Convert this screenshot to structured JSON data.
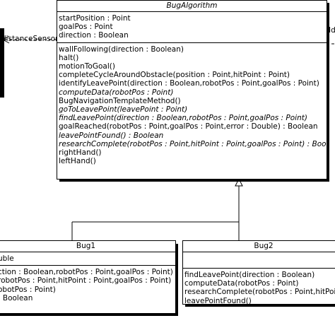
{
  "bugalgorithm": {
    "name": "BugAlgorithm",
    "attributes": [
      "startPosition : Point",
      "goalPos : Point",
      "direction : Boolean"
    ],
    "operations": [
      {
        "text": "wallFollowing(direction : Boolean)",
        "italic": false
      },
      {
        "text": "halt()",
        "italic": false
      },
      {
        "text": "motionToGoal()",
        "italic": false
      },
      {
        "text": "completeCycleAroundObstacle(position : Point,hitPoint : Point)",
        "italic": false
      },
      {
        "text": "identifyLeavePoint(direction : Boolean,robotPos : Point,goalPos : Point)",
        "italic": false
      },
      {
        "text": "computeData(robotPos : Point)",
        "italic": true
      },
      {
        "text": "BugNavigationTemplateMethod()",
        "italic": false
      },
      {
        "text": "goToLeavePoint(leavePoint : Point)",
        "italic": true
      },
      {
        "text": "findLeavePoint(direction : Boolean,robotPos : Point,goalPos : Point)",
        "italic": true
      },
      {
        "text": "goalReached(robotPos : Point,goalPos : Point,error : Double) : Boolean",
        "italic": false
      },
      {
        "text": "leavePointFound() : Boolean",
        "italic": true
      },
      {
        "text": "researchComplete(robotPos : Point,hitPoint : Point,goalPos : Point) : Boolean",
        "italic": true
      },
      {
        "text": "rightHand()",
        "italic": false
      },
      {
        "text": "leftHand()",
        "italic": false
      }
    ]
  },
  "bug1": {
    "name": "Bug1",
    "attributes": [
      "uble"
    ],
    "operations": [
      "ction : Boolean,robotPos : Point,goalPos : Point)",
      "robotPos : Point,hitPoint : Point,goalPos : Point)",
      "obotPos : Point)",
      ": Boolean"
    ]
  },
  "bug2": {
    "name": "Bug2",
    "operations": [
      "findLeavePoint(direction : Boolean)",
      "computeData(robotPos : Point)",
      "researchComplete(robotPos : Point,hitPoint",
      "leavePointFound()"
    ]
  },
  "labels": {
    "distance_sensor": "distanceSensor",
    "right_edge": "Id"
  }
}
